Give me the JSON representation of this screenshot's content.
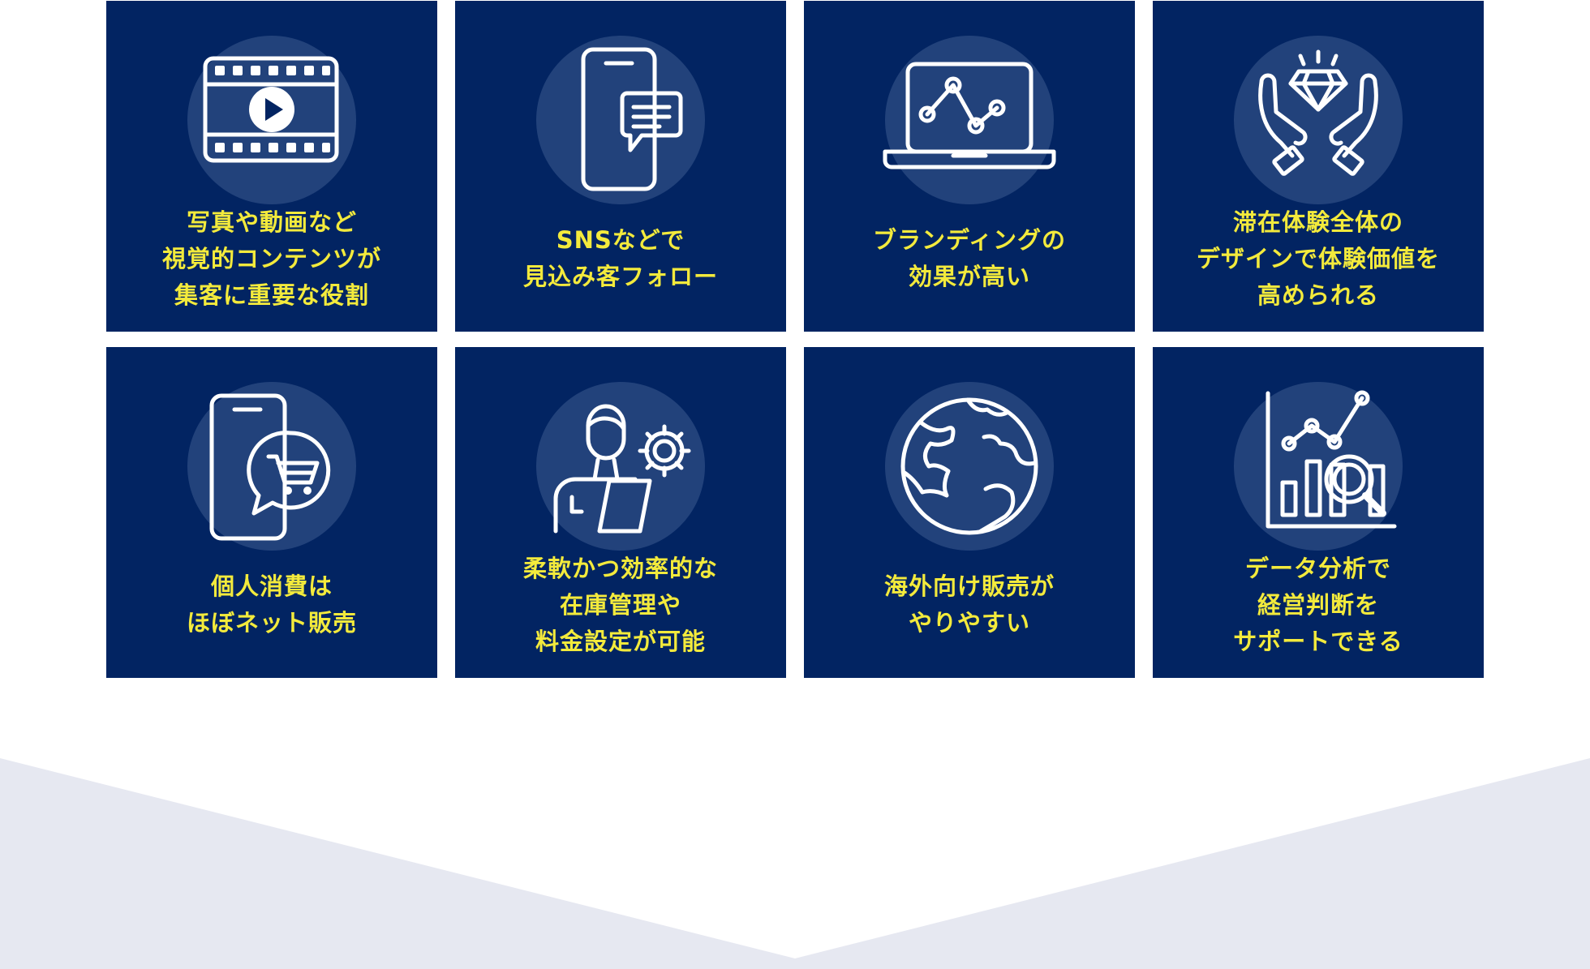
{
  "colors": {
    "card_bg": "#022462",
    "icon_circle": "#22427b",
    "label_text": "#f3ea3c",
    "icon_stroke": "#ffffff",
    "bottom_band": "#e6e8f1"
  },
  "cards": [
    {
      "icon": "film-play-icon",
      "lines": [
        "写真や動画など",
        "視覚的コンテンツが",
        "集客に重要な役割"
      ]
    },
    {
      "icon": "phone-chat-icon",
      "lines": [
        "SNSなどで",
        "見込み客フォロー"
      ]
    },
    {
      "icon": "laptop-chart-icon",
      "lines": [
        "ブランディングの",
        "効果が高い"
      ]
    },
    {
      "icon": "hands-diamond-icon",
      "lines": [
        "滞在体験全体の",
        "デザインで体験価値を",
        "高められる"
      ]
    },
    {
      "icon": "phone-cart-icon",
      "lines": [
        "個人消費は",
        "ほぼネット販売"
      ]
    },
    {
      "icon": "person-laptop-gear-icon",
      "lines": [
        "柔軟かつ効率的な",
        "在庫管理や",
        "料金設定が可能"
      ]
    },
    {
      "icon": "globe-icon",
      "lines": [
        "海外向け販売が",
        "やりやすい"
      ]
    },
    {
      "icon": "chart-magnifier-icon",
      "lines": [
        "データ分析で",
        "経営判断を",
        "サポートできる"
      ]
    }
  ]
}
